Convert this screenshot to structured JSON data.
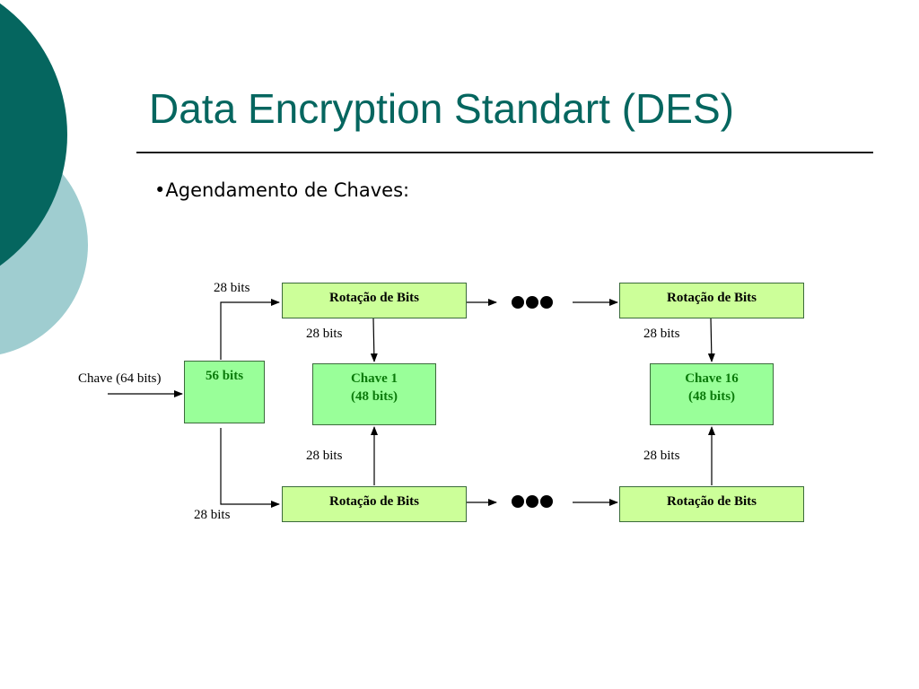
{
  "slide": {
    "title": "Data Encryption Standart (DES)",
    "bullet": "•Agendamento de Chaves:"
  },
  "diagram": {
    "input_label": "Chave (64 bits)",
    "initial_block": "56 bits",
    "rotation_label": "Rotação de Bits",
    "bits_label": "28 bits",
    "key_first": {
      "line1": "Chave 1",
      "line2": "(48 bits)"
    },
    "key_last": {
      "line1": "Chave 16",
      "line2": "(48 bits)"
    }
  }
}
